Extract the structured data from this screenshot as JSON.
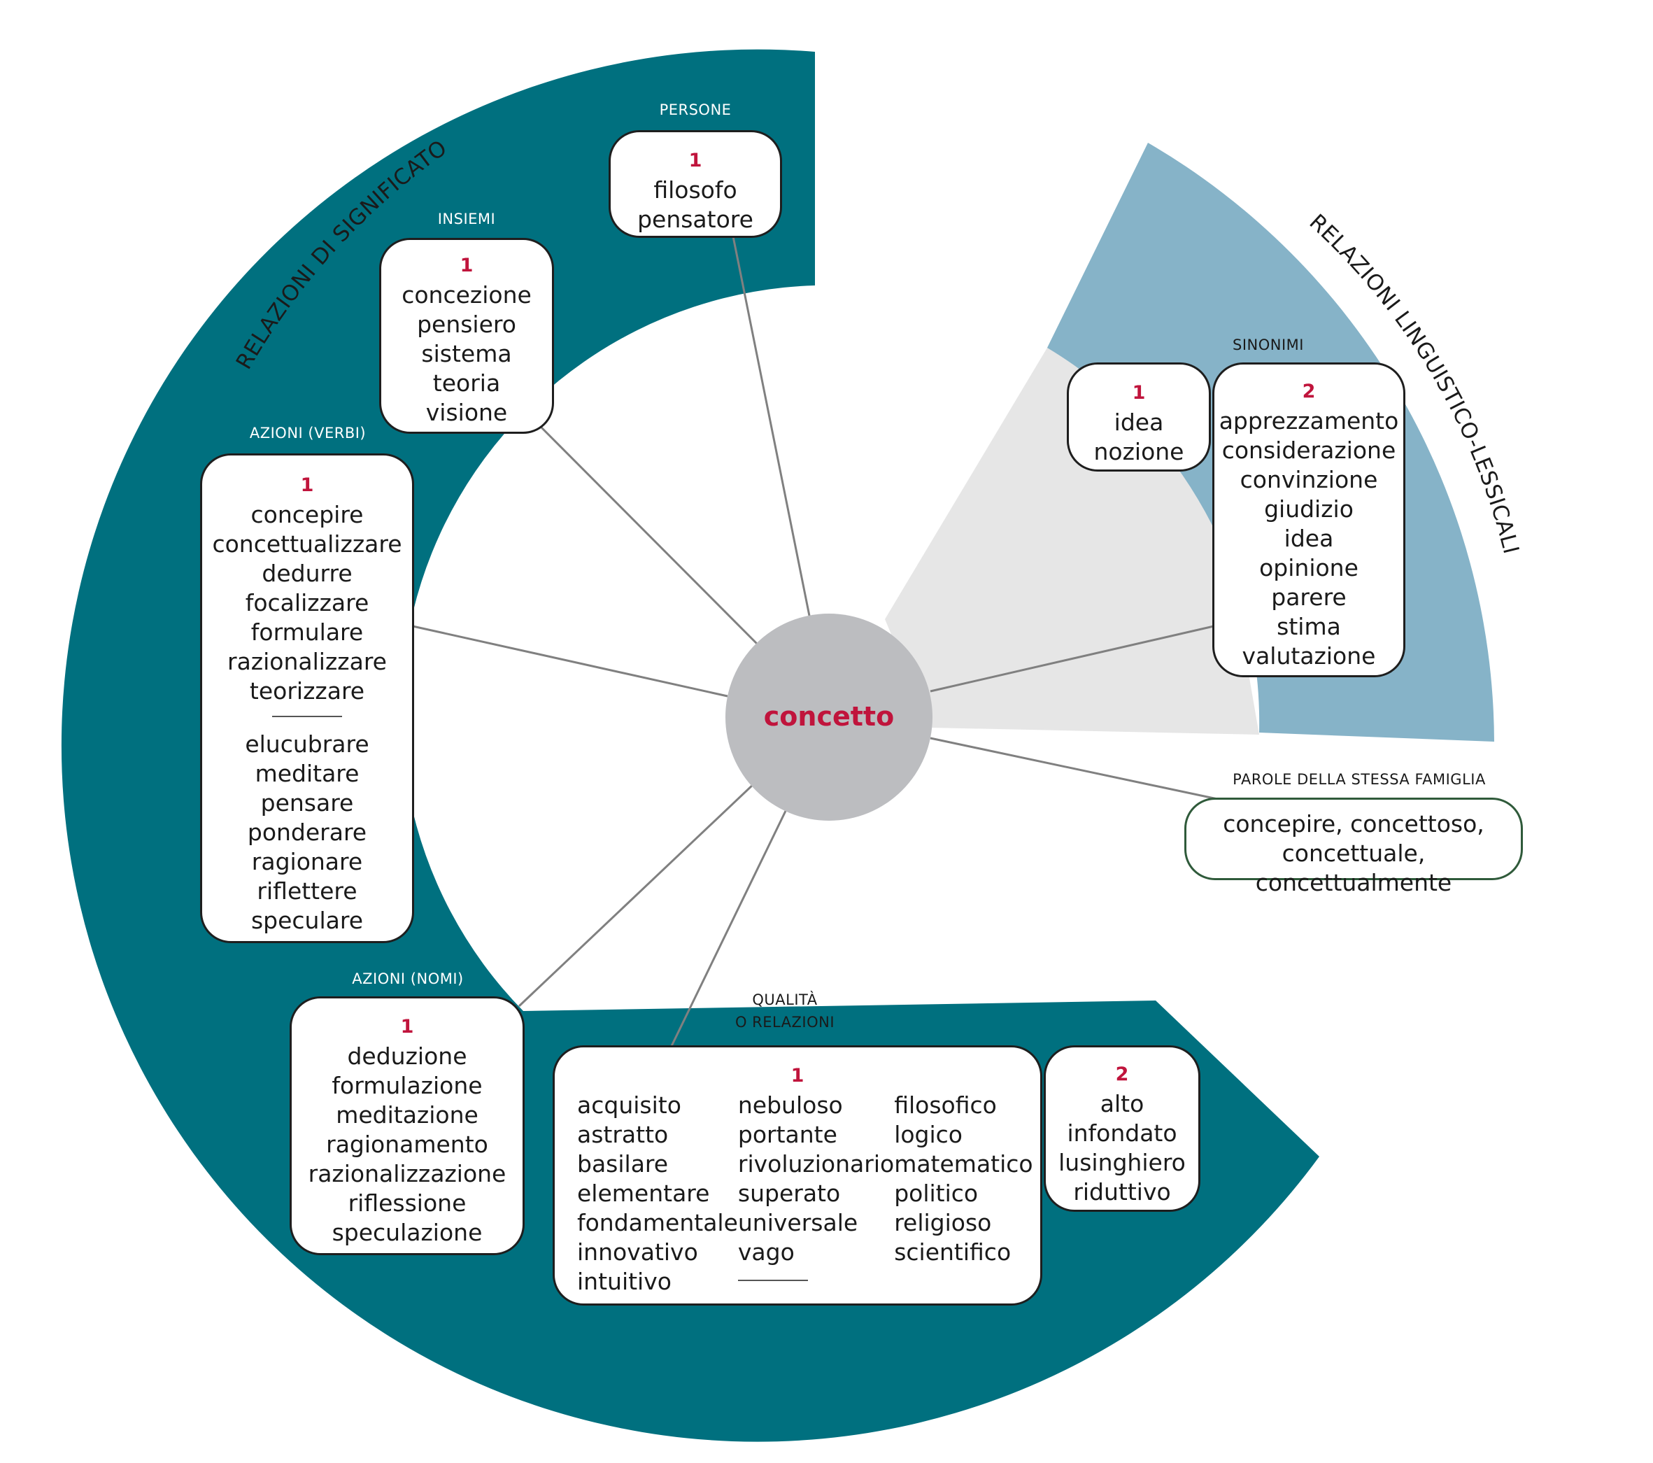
{
  "center": "concetto",
  "arc_labels": {
    "left": "RELAZIONI DI SIGNIFICATO",
    "right": "RELAZIONI LINGUISTICO-LESSICALI"
  },
  "persone": {
    "label": "PERSONE",
    "num": "1",
    "words": [
      "filosofo",
      "pensatore"
    ]
  },
  "insiemi": {
    "label": "INSIEMI",
    "num": "1",
    "words": [
      "concezione",
      "pensiero",
      "sistema",
      "teoria",
      "visione"
    ]
  },
  "azioni_verbi": {
    "label": "AZIONI (VERBI)",
    "num": "1",
    "words_a": [
      "concepire",
      "concettualizzare",
      "dedurre",
      "focalizzare",
      "formulare",
      "razionalizzare",
      "teorizzare"
    ],
    "words_b": [
      "elucubrare",
      "meditare",
      "pensare",
      "ponderare",
      "ragionare",
      "riflettere",
      "speculare"
    ]
  },
  "azioni_nomi": {
    "label": "AZIONI (NOMI)",
    "num": "1",
    "words": [
      "deduzione",
      "formulazione",
      "meditazione",
      "ragionamento",
      "razionalizzazione",
      "riflessione",
      "speculazione"
    ]
  },
  "qualita": {
    "label_1": "QUALITÀ",
    "label_2": "O RELAZIONI",
    "num": "1",
    "col1": [
      "acquisito",
      "astratto",
      "basilare",
      "elementare",
      "fondamentale",
      "innovativo",
      "intuitivo"
    ],
    "col2": [
      "nebuloso",
      "portante",
      "rivoluzionario",
      "superato",
      "universale",
      "vago"
    ],
    "col3": [
      "filosofico",
      "logico",
      "matematico",
      "politico",
      "religioso",
      "scientifico"
    ]
  },
  "qualita_2": {
    "num": "2",
    "words": [
      "alto",
      "infondato",
      "lusinghiero",
      "riduttivo"
    ]
  },
  "sinonimi": {
    "label": "SINONIMI",
    "group1": {
      "num": "1",
      "words": [
        "idea",
        "nozione"
      ]
    },
    "group2": {
      "num": "2",
      "words": [
        "apprezzamento",
        "considerazione",
        "convinzione",
        "giudizio",
        "idea",
        "opinione",
        "parere",
        "stima",
        "valutazione"
      ]
    }
  },
  "famiglia": {
    "label": "PAROLE DELLA STESSA FAMIGLIA",
    "line1": "concepire, concettoso,",
    "line2": "concettuale, concettualmente"
  },
  "colors": {
    "teal": "#00707f",
    "light_blue": "#86b3c8",
    "light_gray": "#e6e6e6",
    "center_gray": "#bcbdc0",
    "accent_red": "#c0143c"
  }
}
